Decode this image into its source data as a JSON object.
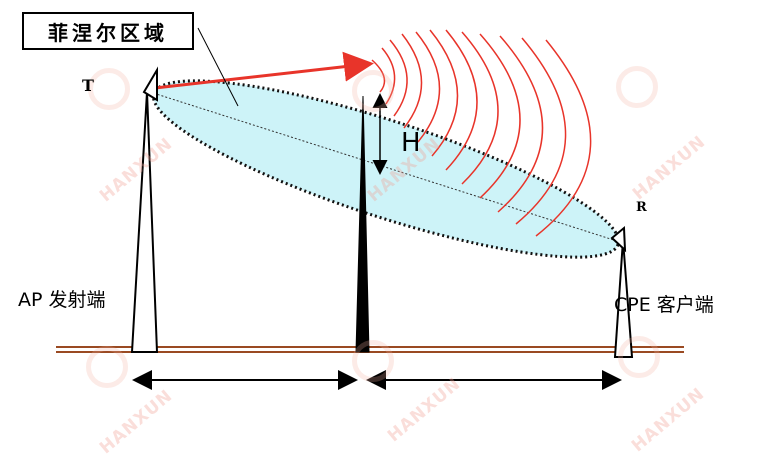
{
  "labels": {
    "fresnel_zone": "菲涅尔区域",
    "transmitter_letter": "T",
    "receiver_letter": "R",
    "clearance_height": "H",
    "ap_transmitter": "AP 发射端",
    "cpe_client": "CPE 客户端"
  },
  "watermark": {
    "text": "HANXUN"
  },
  "colors": {
    "zone_fill": "#cdf3f8",
    "signal_red": "#e8342a",
    "ground": "#9a4a22"
  }
}
